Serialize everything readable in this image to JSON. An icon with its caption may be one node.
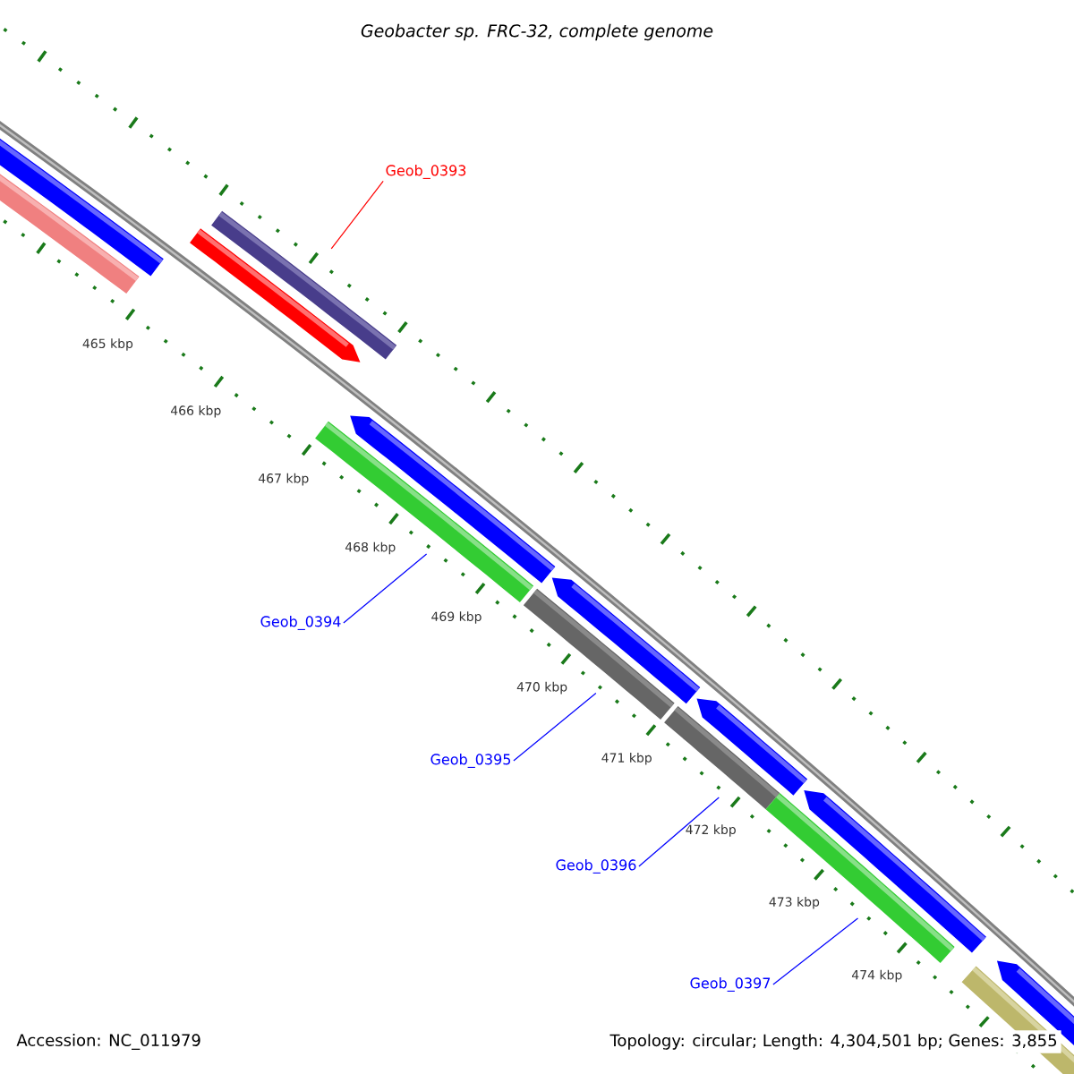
{
  "diagram": {
    "title": "*Geobacter* *sp. FRC-32, complete genome*",
    "nodes": [
      {
        "text": [
          "Geob_0393"
        ]
      },
      {
        "text": [],
        "shape": "bar"
      },
      {
        "text": [
          "Geob_0394"
        ]
      },
      {
        "text": [],
        "shape": "bar"
      },
      {
        "text": [
          "Geob_0395"
        ]
      },
      {
        "text": [],
        "shape": "bar"
      },
      {
        "text": [
          "Geob_0396"
        ]
      },
      {
        "text": [],
        "shape": "bar"
      },
      {
        "text": [
          "Geob_0397"
        ]
      },
      {
        "text": [],
        "shape": "bar"
      }
    ],
    "edges": [
      {
        "from": 0,
        "to": 1,
        "arrow": "none",
        "color": "#ff0000"
      },
      {
        "from": 2,
        "to": 3,
        "arrow": "none"
      },
      {
        "from": 4,
        "to": 5,
        "arrow": "none"
      },
      {
        "from": 6,
        "to": 7,
        "arrow": "none"
      },
      {
        "from": 8,
        "to": 9,
        "arrow": "none"
      }
    ],
    "labels": [
      "465 kbp",
      "466 kbp",
      "467 kbp",
      "468 kbp",
      "469 kbp",
      "470 kbp",
      "471 kbp",
      "472 kbp",
      "473 kbp",
      "474 kbp",
      "Accession: NC_011979",
      "Topology: circular; Length: 4,304,501 bp; Genes: 3,855"
    ]
  }
}
